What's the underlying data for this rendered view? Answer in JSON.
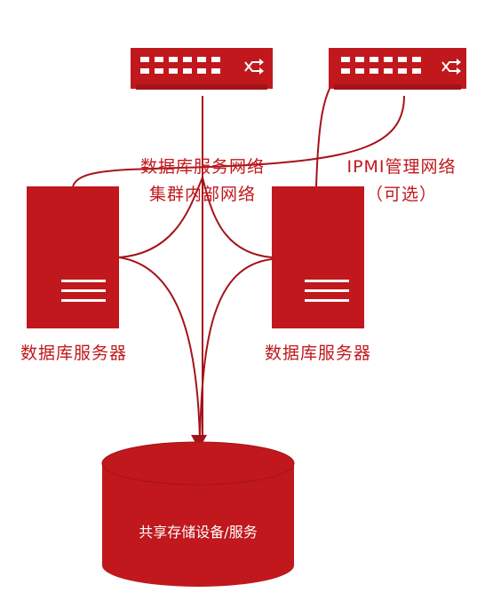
{
  "colors": {
    "primary": "#c0181c",
    "line": "#a5131a",
    "text": "#c0181c",
    "port": "#ffffff"
  },
  "switches": [
    {
      "name": "cluster-switch",
      "icon": "shuffle-icon"
    },
    {
      "name": "ipmi-switch",
      "icon": "shuffle-icon"
    }
  ],
  "labels": {
    "db_network": "数据库服务网络",
    "cluster_network": "集群内部网络",
    "ipmi_network": "IPMI管理网络",
    "ipmi_optional": "（可选）",
    "server_left": "数据库服务器",
    "server_right": "数据库服务器",
    "storage": "共享存储设备/服务"
  }
}
